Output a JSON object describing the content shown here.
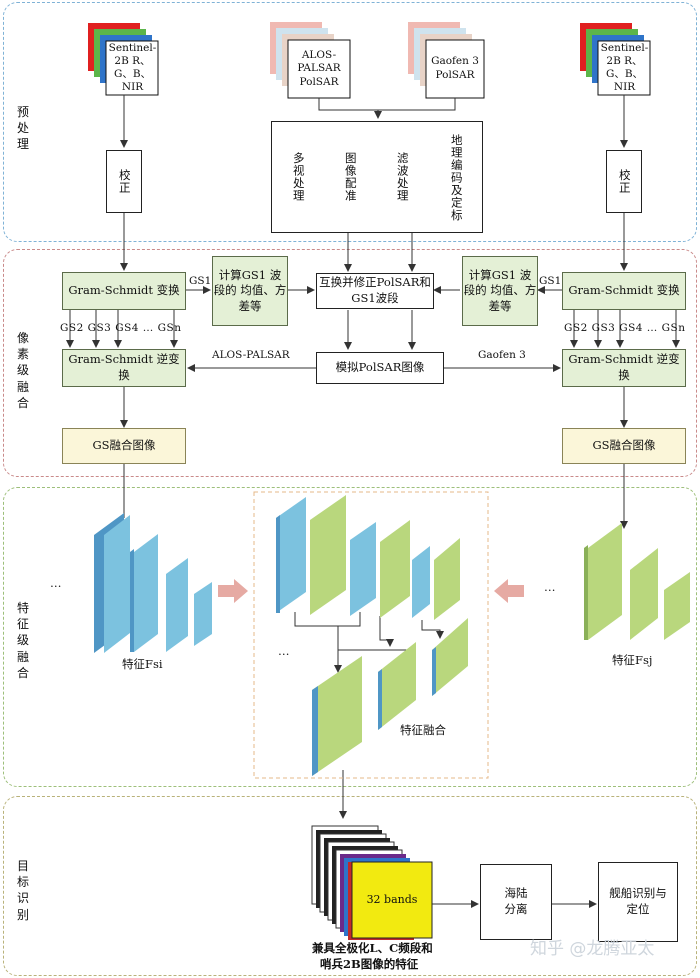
{
  "stages": {
    "preprocess": "预处理",
    "pixel_fusion": "像素级融合",
    "feature_fusion": "特征级融合",
    "target_recognition": "目标识别"
  },
  "sources": {
    "sentinel_left": "Sentinel-2B R、G、B、NIR",
    "alos": "ALOS-PALSAR PolSAR",
    "gaofen": "Gaofen 3 PolSAR",
    "sentinel_right": "Sentinel-2B R、G、B、NIR"
  },
  "preprocess": {
    "correct_left": "校正",
    "correct_right": "校正",
    "steps": [
      "多视处理",
      "图像配准",
      "滤波处理",
      "地理编码及定标"
    ]
  },
  "pixel": {
    "gs_left": "Gram-Schmidt 变换",
    "gs_right": "Gram-Schmidt 变换",
    "stats_left": "计算GS1 波段的 均值、方差等",
    "stats_right": "计算GS1 波段的 均值、方差等",
    "swap": "互换并修正PolSAR和 GS1波段",
    "simulate": "模拟PolSAR图像",
    "inv_left": "Gram-Schmidt 逆变换",
    "inv_right": "Gram-Schmidt 逆变换",
    "fused_left": "GS融合图像",
    "fused_right": "GS融合图像",
    "gs1_left": "GS1",
    "gs1_right": "GS1",
    "bands_left": "GS2 GS3 GS4 … GSn",
    "bands_right": "GS2 GS3 GS4 … GSn",
    "alos_label": "ALOS-PALSAR",
    "gaofen_label": "Gaofen 3"
  },
  "feature": {
    "left_label": "特征Fsi",
    "right_label": "特征Fsj",
    "fusion_label": "特征融合",
    "ellipsis_left": "…",
    "ellipsis_mid": "…",
    "ellipsis_right": "…"
  },
  "target": {
    "stack_text": "32 bands",
    "stack_caption_1": "兼具全极化L、C频段和",
    "stack_caption_2": "哨兵2B图像的特征",
    "sea_land": "海陆分离",
    "ship": "舰船识别与定位"
  },
  "watermark": "知乎 @龙腾亚太",
  "colors": {
    "blue_panel": "#7fb2d6",
    "red_panel": "#c98a8a",
    "green_panel": "#9dbf7a",
    "olive_panel": "#b9b27a",
    "feature_blue": "#7cc2df",
    "feature_green": "#b9d77d",
    "arrow_pink": "#e6aaa3"
  }
}
